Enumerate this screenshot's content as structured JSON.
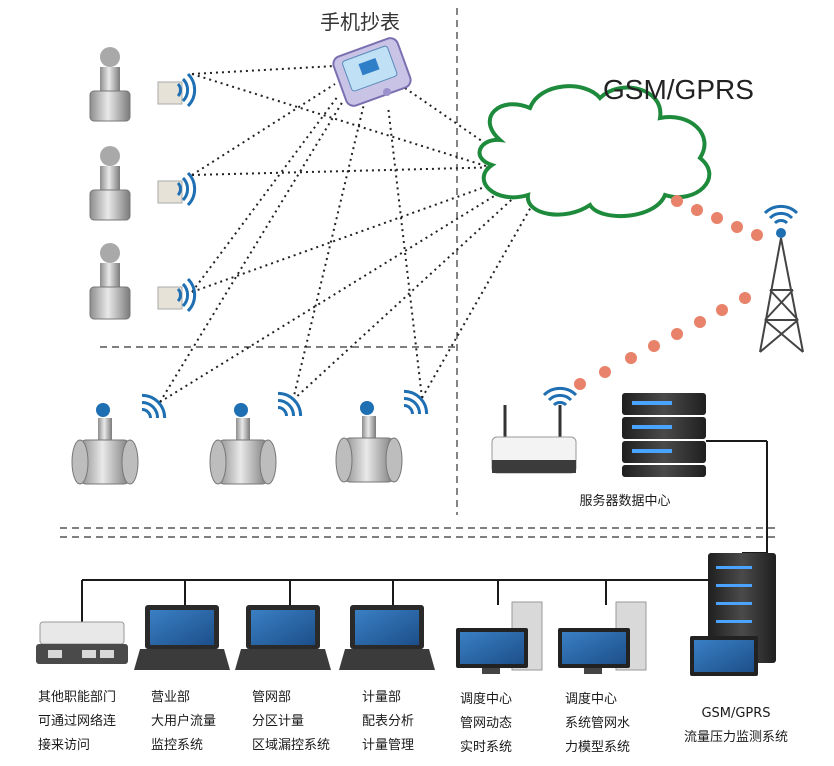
{
  "labels": {
    "phone_reading": "手机抄表",
    "network": "GSM/GPRS",
    "server_center": "服务器数据中心"
  },
  "terminals": [
    {
      "lines": [
        "其他职能部门",
        "可通过网络连",
        "接来访问"
      ],
      "device": "switch"
    },
    {
      "lines": [
        "营业部",
        "大用户流量",
        "监控系统"
      ],
      "device": "laptop"
    },
    {
      "lines": [
        "管网部",
        "分区计量",
        "区域漏控系统"
      ],
      "device": "laptop"
    },
    {
      "lines": [
        "计量部",
        "配表分析",
        "计量管理"
      ],
      "device": "laptop"
    },
    {
      "lines": [
        "调度中心",
        "管网动态",
        "实时系统"
      ],
      "device": "desktop"
    },
    {
      "lines": [
        "调度中心",
        "系统管网水",
        "力模型系统"
      ],
      "device": "desktop"
    },
    {
      "lines": [
        "GSM/GPRS",
        "流量压力监测系统"
      ],
      "device": "server"
    }
  ],
  "colors": {
    "cloud": "#1e8a3c",
    "dots_orange": "#e8826a",
    "wifi": "#1f6fb3",
    "line": "#222222"
  }
}
